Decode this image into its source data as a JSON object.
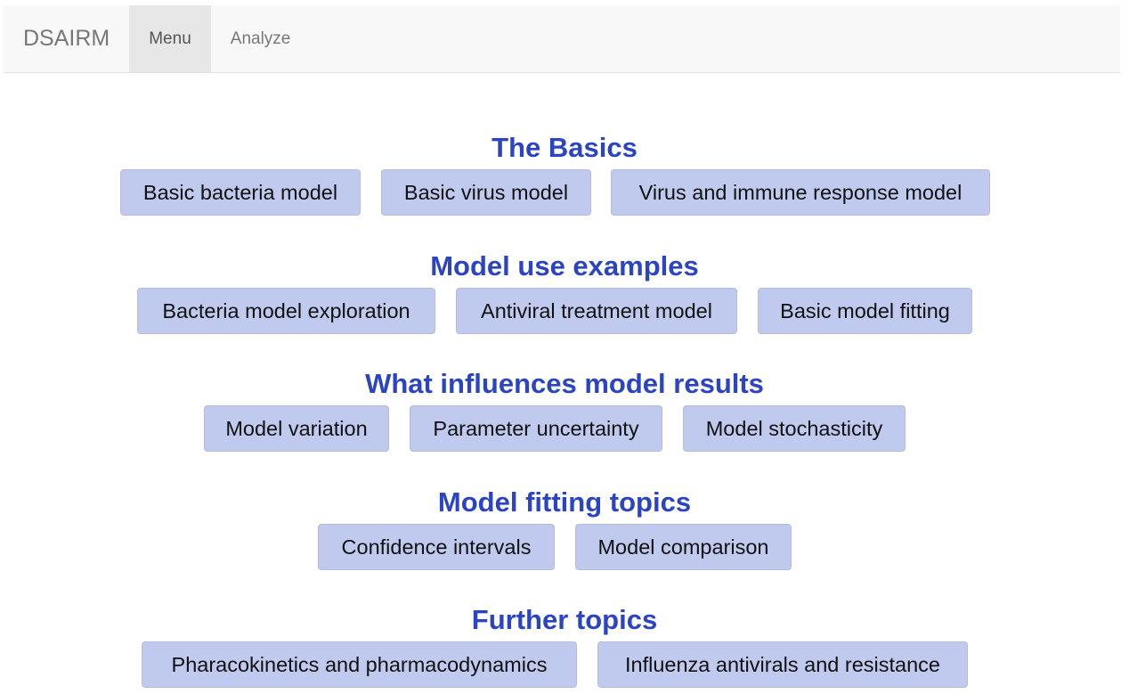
{
  "navbar": {
    "brand": "DSAIRM",
    "tabs": [
      {
        "label": "Menu",
        "active": true
      },
      {
        "label": "Analyze",
        "active": false
      }
    ]
  },
  "sections": [
    {
      "title": "The Basics",
      "buttons": [
        "Basic bacteria model",
        "Basic virus model",
        "Virus and immune response model"
      ]
    },
    {
      "title": "Model use examples",
      "buttons": [
        "Bacteria model exploration",
        "Antiviral treatment model",
        "Basic model fitting"
      ]
    },
    {
      "title": "What influences model results",
      "buttons": [
        "Model variation",
        "Parameter uncertainty",
        "Model stochasticity"
      ]
    },
    {
      "title": "Model fitting topics",
      "buttons": [
        "Confidence intervals",
        "Model comparison"
      ]
    },
    {
      "title": "Further topics",
      "buttons": [
        "Pharacokinetics and pharmacodynamics",
        "Influenza antivirals and resistance"
      ]
    }
  ],
  "colors": {
    "heading": "#2b44c4",
    "button_bg": "#bfcaee",
    "navbar_bg": "#f8f8f8",
    "active_tab_bg": "#e7e7e7"
  }
}
